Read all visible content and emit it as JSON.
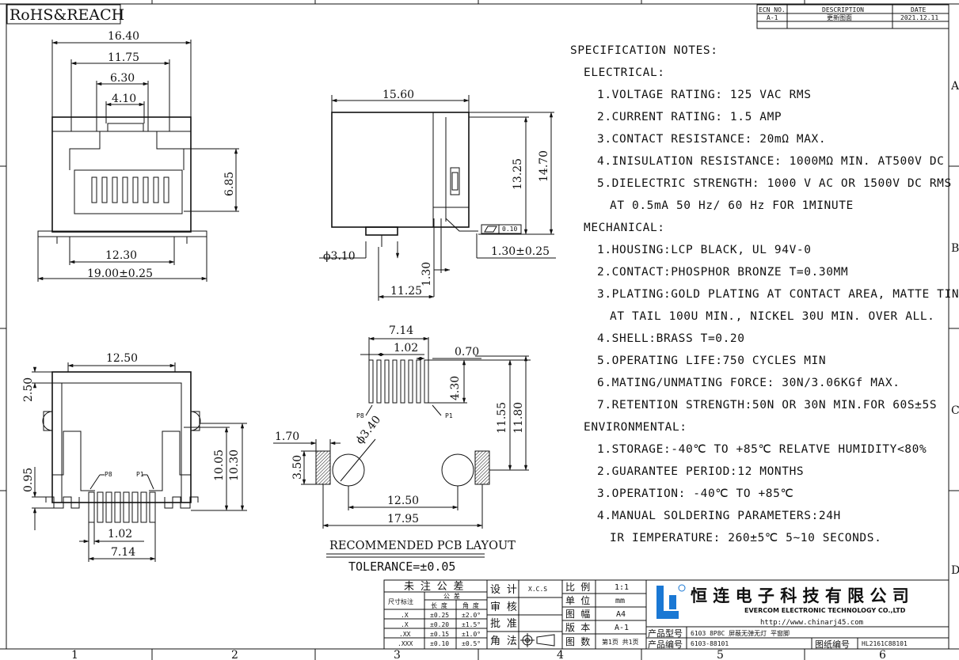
{
  "header": {
    "rohs": "RoHS&REACH",
    "col_numbers": [
      "1",
      "2",
      "3",
      "4",
      "5",
      "6"
    ],
    "row_letters": [
      "A",
      "B",
      "C",
      "D"
    ]
  },
  "ecn_table": {
    "headers": [
      "ECN NO.",
      "DESCRIPTION",
      "DATE"
    ],
    "row": [
      "A-1",
      "更新图面",
      "2021.12.11"
    ]
  },
  "dims": {
    "top_view": [
      "16.40",
      "11.75",
      "6.30",
      "4.10",
      "6.85",
      "12.30",
      "19.00±0.25"
    ],
    "side_view": [
      "15.60",
      "13.25",
      "14.70",
      "ϕ3.10",
      "1.30",
      "11.25",
      "1.30±0.25",
      "0.10"
    ],
    "front_view": [
      "12.50",
      "2.50",
      "0.95",
      "10.05",
      "10.30",
      "1.02",
      "7.14",
      "P8",
      "P1"
    ],
    "pcb": [
      "7.14",
      "1.02",
      "0.70",
      "4.30",
      "11.55",
      "11.80",
      "ϕ3.40",
      "1.70",
      "3.50",
      "12.50",
      "17.95",
      "P8",
      "P1"
    ]
  },
  "pcb_caption": {
    "title": "RECOMMENDED PCB LAYOUT",
    "tolerance": "TOLERANCE=±0.05"
  },
  "spec_notes": [
    "SPECIFICATION NOTES:",
    "ELECTRICAL:",
    "1.VOLTAGE RATING: 125 VAC RMS",
    "2.CURRENT RATING: 1.5 AMP",
    "3.CONTACT RESISTANCE: 20mΩ MAX.",
    "4.INISULATION RESISTANCE: 1000MΩ MIN. AT500V DC",
    "5.DIELECTRIC STRENGTH: 1000 V AC OR 1500V DC RMS",
    "AT 0.5mA 50 Hz/ 60 Hz FOR 1MINUTE",
    "MECHANICAL:",
    "1.HOUSING:LCP BLACK, UL 94V-0",
    "2.CONTACT:PHOSPHOR BRONZE T=0.30MM",
    "3.PLATING:GOLD PLATING AT CONTACT AREA, MATTE TIN",
    "AT TAIL 100U MIN., NICKEL 30U MIN. OVER ALL.",
    "4.SHELL:BRASS T=0.20",
    "5.OPERATING LIFE:750 CYCLES MIN",
    "6.MATING/UNMATING FORCE: 30N/3.06KGf MAX.",
    "7.RETENTION STRENGTH:50N OR 30N MIN.FOR 60S±5S",
    "ENVIRONMENTAL:",
    "1.STORAGE:-40℃ TO +85℃ RELATVE HUMIDITY<80%",
    "2.GUARANTEE PERIOD:12 MONTHS",
    "3.OPERATION: -40℃ TO +85℃",
    "4.MANUAL SOLDERING PARAMETERS:24H",
    "IR IEMPERATURE: 260±5℃ 5~10 SECONDS."
  ],
  "title_block": {
    "tol_title": "未 注 公 差",
    "tol_label": "尺寸标注",
    "tol_sub": "公 差",
    "tol_cols": [
      "长 度",
      "角 度"
    ],
    "tol_rows": [
      [
        ".X",
        "±0.25",
        "±2.0°"
      ],
      [
        ".X",
        "±0.20",
        "±1.5°"
      ],
      [
        ".XX",
        "±0.15",
        "±1.0°"
      ],
      [
        ".XXX",
        "±0.10",
        "±0.5°"
      ]
    ],
    "design_label": "设 计",
    "design_value": "X.C.S",
    "review_label": "审 核",
    "approve_label": "批 准",
    "angle_label": "角 法",
    "scale_label": "比 例",
    "scale_value": "1:1",
    "unit_label": "单 位",
    "unit_value": "mm",
    "size_label": "图 幅",
    "size_value": "A4",
    "version_label": "版 本",
    "version_value": "A-1",
    "pages_label": "图 数",
    "pages_value": "第1页 共1页",
    "logo_letter": "HL",
    "company_cn": "恒 连 电 子 科 技 有 限 公 司",
    "company_en": "EVERCOM ELECTRONIC TECHNOLOGY CO.,LTD",
    "company_url": "http://www.chinarj45.com",
    "model_label": "产品型号",
    "model_value": "6103 8P8C 屏蔽无弹无灯 平窗脚",
    "code_label": "产品编号",
    "code_value": "6103-88101",
    "drawing_label": "图纸编号",
    "drawing_value": "HL2161C88101"
  }
}
